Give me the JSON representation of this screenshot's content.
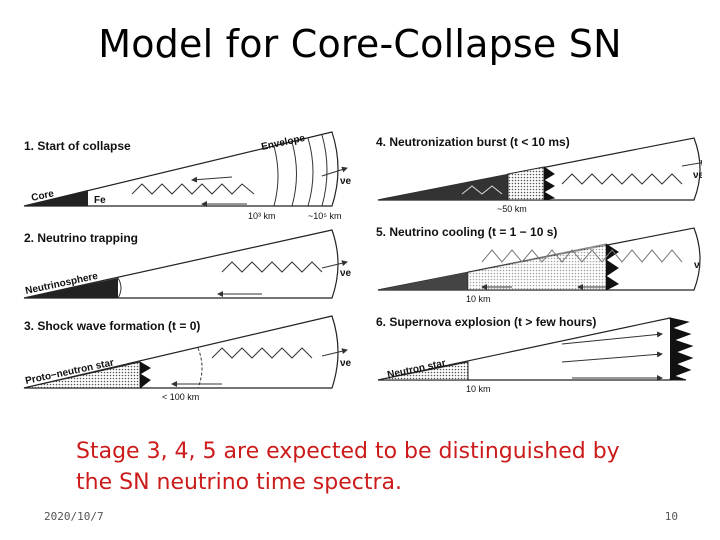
{
  "slide": {
    "title": "Model for Core-Collapse SN",
    "caption_line1": "Stage 3, 4, 5  are expected to be  distinguished by",
    "caption_line2": "the SN neutrino time spectra.",
    "footer_date": "2020/10/7",
    "footer_page": "10"
  },
  "figure": {
    "panels": [
      {
        "label": "1. Start of collapse",
        "labels": {
          "envelope": "Envelope",
          "core": "Core",
          "fe": "Fe",
          "nu": "νe",
          "r1": "10³ km",
          "r2": "~10⁵ km"
        }
      },
      {
        "label": "2. Neutrino trapping",
        "labels": {
          "sphere": "Neutrinosphere",
          "nu": "νe"
        }
      },
      {
        "label": "3. Shock wave formation (t = 0)",
        "labels": {
          "pns": "Proto−neutron star",
          "nu": "νe",
          "r": "< 100 km"
        }
      },
      {
        "label": "4. Neutronization burst (t < 10 ms)",
        "labels": {
          "nu": "νe",
          "r": "~50 km"
        }
      },
      {
        "label": "5. Neutrino cooling (t = 1 − 10 s)",
        "labels": {
          "nu": "ν",
          "r": "10 km"
        }
      },
      {
        "label": "6. Supernova explosion (t > few hours)",
        "labels": {
          "ns": "Neutron star",
          "r": "10 km"
        }
      }
    ]
  }
}
